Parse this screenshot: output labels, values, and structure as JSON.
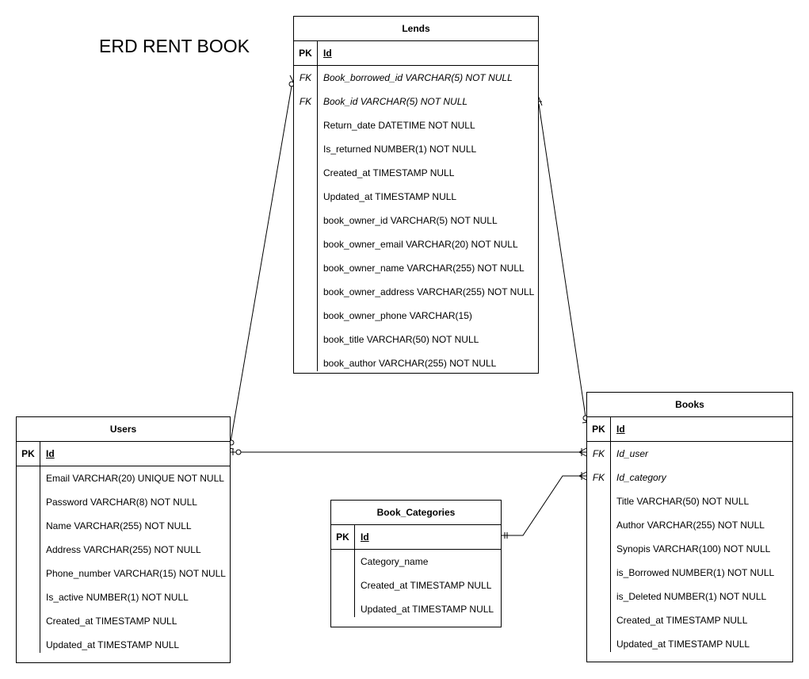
{
  "title": "ERD RENT BOOK",
  "entities": {
    "lends": {
      "name": "Lends",
      "pk": {
        "key": "PK",
        "col": "Id"
      },
      "rows": [
        {
          "key": "FK",
          "col": "Book_borrowed_id VARCHAR(5) NOT NULL"
        },
        {
          "key": "FK",
          "col": "Book_id VARCHAR(5) NOT NULL"
        },
        {
          "key": "",
          "col": "Return_date DATETIME NOT NULL"
        },
        {
          "key": "",
          "col": "Is_returned NUMBER(1) NOT NULL"
        },
        {
          "key": "",
          "col": "Created_at TIMESTAMP NULL"
        },
        {
          "key": "",
          "col": "Updated_at TIMESTAMP NULL"
        },
        {
          "key": "",
          "col": "book_owner_id VARCHAR(5) NOT NULL"
        },
        {
          "key": "",
          "col": "book_owner_email VARCHAR(20) NOT NULL"
        },
        {
          "key": "",
          "col": "book_owner_name VARCHAR(255) NOT NULL"
        },
        {
          "key": "",
          "col": "book_owner_address VARCHAR(255) NOT NULL"
        },
        {
          "key": "",
          "col": "book_owner_phone VARCHAR(15)"
        },
        {
          "key": "",
          "col": "book_title VARCHAR(50) NOT NULL"
        },
        {
          "key": "",
          "col": "book_author VARCHAR(255) NOT NULL"
        }
      ]
    },
    "users": {
      "name": "Users",
      "pk": {
        "key": "PK",
        "col": "Id"
      },
      "rows": [
        {
          "key": "",
          "col": "Email VARCHAR(20) UNIQUE NOT NULL"
        },
        {
          "key": "",
          "col": "Password VARCHAR(8) NOT NULL"
        },
        {
          "key": "",
          "col": "Name VARCHAR(255) NOT NULL"
        },
        {
          "key": "",
          "col": "Address VARCHAR(255) NOT NULL"
        },
        {
          "key": "",
          "col": "Phone_number VARCHAR(15) NOT NULL"
        },
        {
          "key": "",
          "col": "Is_active NUMBER(1) NOT NULL"
        },
        {
          "key": "",
          "col": "Created_at TIMESTAMP NULL"
        },
        {
          "key": "",
          "col": "Updated_at TIMESTAMP NULL"
        }
      ]
    },
    "book_categories": {
      "name": "Book_Categories",
      "pk": {
        "key": "PK",
        "col": "Id"
      },
      "rows": [
        {
          "key": "",
          "col": "Category_name"
        },
        {
          "key": "",
          "col": "Created_at TIMESTAMP NULL"
        },
        {
          "key": "",
          "col": "Updated_at TIMESTAMP NULL"
        }
      ]
    },
    "books": {
      "name": "Books",
      "pk": {
        "key": "PK",
        "col": "Id"
      },
      "rows": [
        {
          "key": "FK",
          "col": "Id_user"
        },
        {
          "key": "FK",
          "col": "Id_category"
        },
        {
          "key": "",
          "col": "Title VARCHAR(50) NOT NULL"
        },
        {
          "key": "",
          "col": "Author VARCHAR(255) NOT NULL"
        },
        {
          "key": "",
          "col": "Synopis VARCHAR(100) NOT NULL"
        },
        {
          "key": "",
          "col": "is_Borrowed NUMBER(1) NOT NULL"
        },
        {
          "key": "",
          "col": "is_Deleted NUMBER(1) NOT NULL"
        },
        {
          "key": "",
          "col": "Created_at TIMESTAMP NULL"
        },
        {
          "key": "",
          "col": "Updated_at TIMESTAMP NULL"
        }
      ]
    }
  }
}
